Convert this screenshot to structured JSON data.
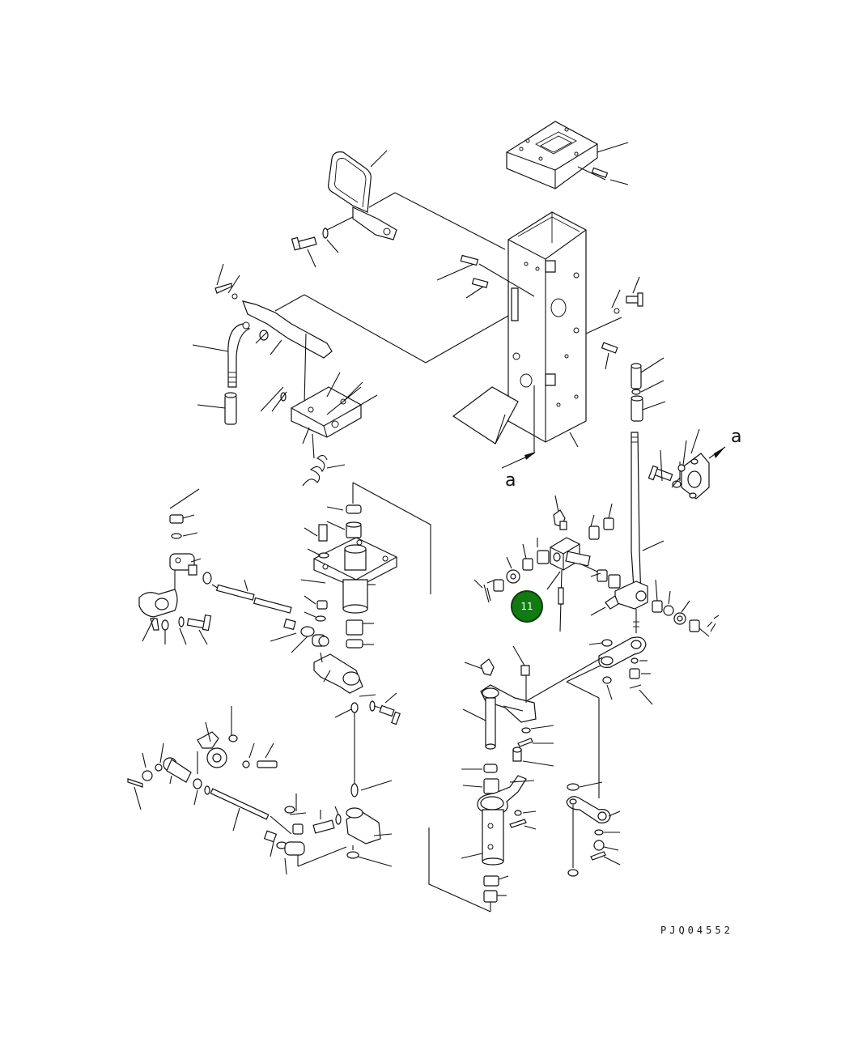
{
  "diagram": {
    "drawing_number": "PJQ04552",
    "view_markers": [
      "a",
      "a"
    ],
    "callouts": [
      {
        "label": "11",
        "color": "#127a12",
        "border": "#0b3d0b"
      }
    ]
  }
}
